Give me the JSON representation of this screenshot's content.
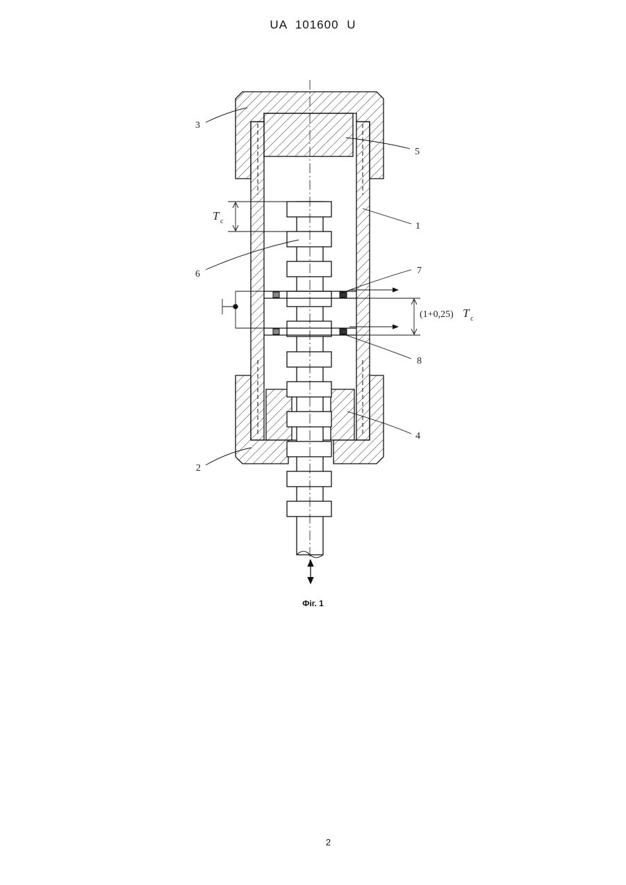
{
  "document": {
    "header": "UA   101600   U",
    "figure_caption": "Фіг. 1",
    "page_number": "2"
  },
  "figure": {
    "labels": {
      "l1": "1",
      "l2": "2",
      "l3": "3",
      "l4": "4",
      "l5": "5",
      "l6": "6",
      "l7": "7",
      "l8": "8"
    },
    "dimension_tc": "T",
    "dimension_tc_sub": "c",
    "dimension_big_prefix": "(1+0,25)",
    "dimension_big_symbol": "T",
    "dimension_big_sub": "c"
  }
}
